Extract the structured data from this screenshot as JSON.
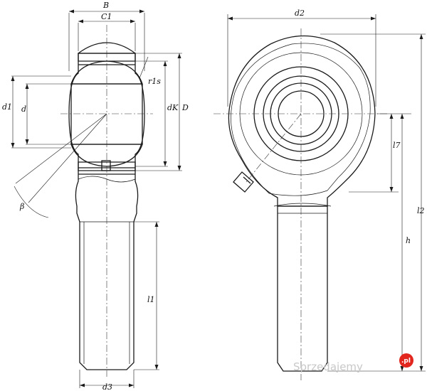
{
  "labels": {
    "B": "B",
    "C1": "C1",
    "d1": "d1",
    "d": "d",
    "r1s": "r1s",
    "dK": "dK",
    "D": "D",
    "beta": "β",
    "l1": "l1",
    "d3": "d3",
    "d2": "d2",
    "l7": "l7",
    "h": "h",
    "l2": "l2"
  },
  "watermark": {
    "text": "Sprzedajemy",
    "badge": ".pl",
    "badge_color": "#e2261d"
  }
}
